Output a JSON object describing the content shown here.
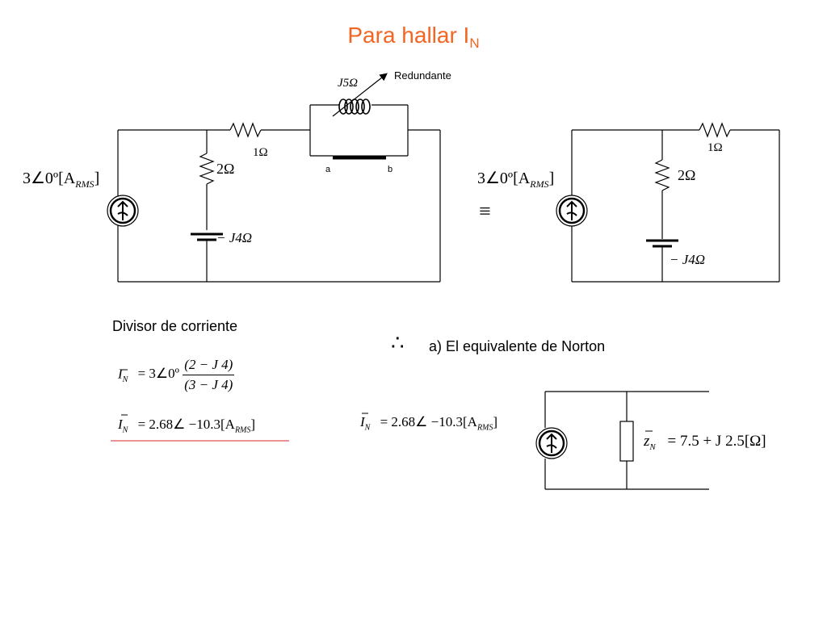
{
  "slide": {
    "title": "Para hallar I",
    "title_sub": "N",
    "accent_color": "#f26522"
  },
  "circuit_left": {
    "source_label": "3∠0º[A",
    "source_label_sub": "RMS",
    "source_label_end": "]",
    "r_series": "1Ω",
    "r_shunt": "2Ω",
    "cap": "− J4Ω",
    "inductor": "J5Ω",
    "redundant": "Redundante",
    "node_a": "a",
    "node_b": "b"
  },
  "equiv_symbol": "≡",
  "circuit_right": {
    "source_label": "3∠0º[A",
    "source_label_sub": "RMS",
    "source_label_end": "]",
    "r_series": "1Ω",
    "r_shunt": "2Ω",
    "cap": "− J4Ω"
  },
  "divider": {
    "heading": "Divisor de corriente",
    "eq1_lhs": "I",
    "eq1_lhs_sub": "N",
    "eq1_mid": "= 3∠0º",
    "eq1_num": "(2 − J 4)",
    "eq1_den": "(3 − J 4)",
    "eq2_lhs": "I",
    "eq2_lhs_sub": "N",
    "eq2_rhs": "= 2.68∠ −10.3[A",
    "eq2_rhs_sub": "RMS",
    "eq2_end": "]",
    "underline_color": "#e05050"
  },
  "norton": {
    "therefore": "∴",
    "heading": "a) El equivalente de Norton",
    "in_lhs": "I",
    "in_lhs_sub": "N",
    "in_rhs": "= 2.68∠ −10.3[A",
    "in_rhs_sub": "RMS",
    "in_end": "]",
    "z_lhs": "z",
    "z_lhs_sub": "N",
    "z_rhs": "= 7.5 + J 2.5[Ω]"
  }
}
